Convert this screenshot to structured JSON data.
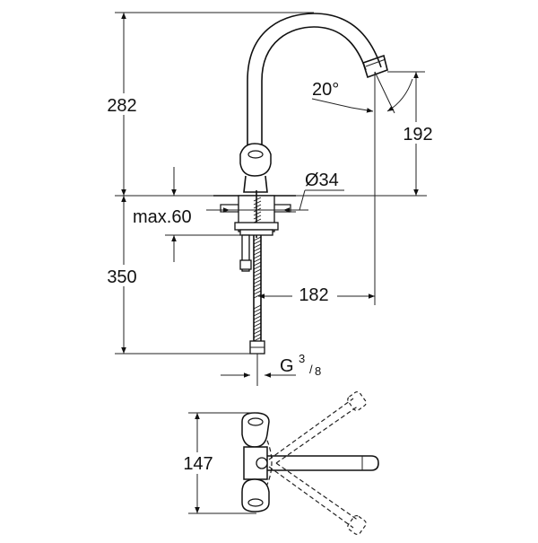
{
  "dimensions": {
    "height_top": "282",
    "height_bottom": "350",
    "spout_angle": "20°",
    "spout_height": "192",
    "hole_diameter": "Ø34",
    "max_thickness": "max.60",
    "reach": "182",
    "thread_prefix": "G",
    "thread_num": "3",
    "thread_den": "8",
    "plan_width": "147"
  }
}
